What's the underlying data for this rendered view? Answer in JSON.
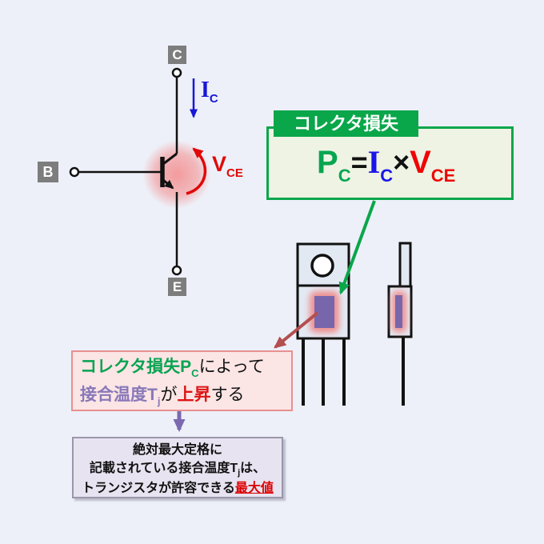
{
  "colors": {
    "background": "#edf0f8",
    "terminal_gray": "#7d7d7d",
    "wire_black": "#111111",
    "current_blue": "#1717d6",
    "voltage_red": "#e00808",
    "green_accent": "#0aa64a",
    "die_purple": "#7866ac",
    "die_glow_pink": "#ef8f8f",
    "cause_border_pink": "#e89090",
    "dark_red_arrow": "#b34f4f",
    "purple_arrow": "#7b68ae"
  },
  "circuit": {
    "collector_terminal": "C",
    "base_terminal": "B",
    "emitter_terminal": "E",
    "current_label": {
      "main": "I",
      "sub": "C"
    },
    "voltage_label": {
      "main": "V",
      "sub": "CE"
    }
  },
  "formula_box": {
    "title": "コレクタ損失",
    "formula": {
      "p_main": "P",
      "p_sub": "C",
      "equals": "=",
      "i_main": "I",
      "i_sub": "C",
      "times": "×",
      "v_main": "V",
      "v_sub": "CE"
    }
  },
  "cause_box": {
    "line1_green": "コレクタ損失P",
    "line1_green_sub": "C",
    "line1_black": "によって",
    "line2_purple": "接合温度T",
    "line2_purple_sub": "j",
    "line2_black1": "が",
    "line2_red": "上昇",
    "line2_black2": "する"
  },
  "note_box": {
    "line1": "絶対最大定格に",
    "line2_before": "記載されている接合温度T",
    "line2_sub": "j",
    "line2_after": "は、",
    "line3_black": "トランジスタが許容できる",
    "line3_red": "最大値"
  }
}
